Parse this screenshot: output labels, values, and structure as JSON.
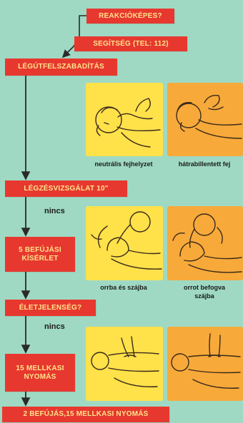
{
  "colors": {
    "background": "#9fd9c4",
    "step_box": "#e7382f",
    "step_text": "#ffe38a",
    "panel_yellow": "#ffe14a",
    "panel_orange": "#f7a93a",
    "arrow": "#2a2a2a"
  },
  "steps": {
    "reakcio": "REAKCIÓKÉPES?",
    "segitseg": "SEGÍTSÉG (TEL: 112)",
    "legut": "LÉGÚTFELSZABADÍTÁS",
    "legzes": "LÉGZÉSVIZSGÁLAT 10\"",
    "befujas": "5 BEFÚJÁSI\nKÍSÉRLET",
    "eletjel": "ÉLETJELENSÉG?",
    "mellkas": "15 MELLKASI\nNYOMÁS",
    "final": "2 BEFÚJÁS,15 MELLKASI NYOMÁS"
  },
  "notes": {
    "nincs_1": "nincs",
    "nincs_2": "nincs"
  },
  "captions": {
    "neutral": "neutrális fejhelyzet",
    "hatra": "hátrabillentett fej",
    "orrba": "orrba és szájba",
    "orrot": "orrot befogva\nszájba"
  },
  "illustrations": [
    {
      "name": "neutral-head-illustration",
      "tone": "yellow"
    },
    {
      "name": "tilted-head-illustration",
      "tone": "orange"
    },
    {
      "name": "mouth-and-nose-breath-illustration",
      "tone": "yellow"
    },
    {
      "name": "nose-pinched-breath-illustration",
      "tone": "orange"
    },
    {
      "name": "chest-compression-illustration-a",
      "tone": "yellow"
    },
    {
      "name": "chest-compression-illustration-b",
      "tone": "orange"
    }
  ]
}
